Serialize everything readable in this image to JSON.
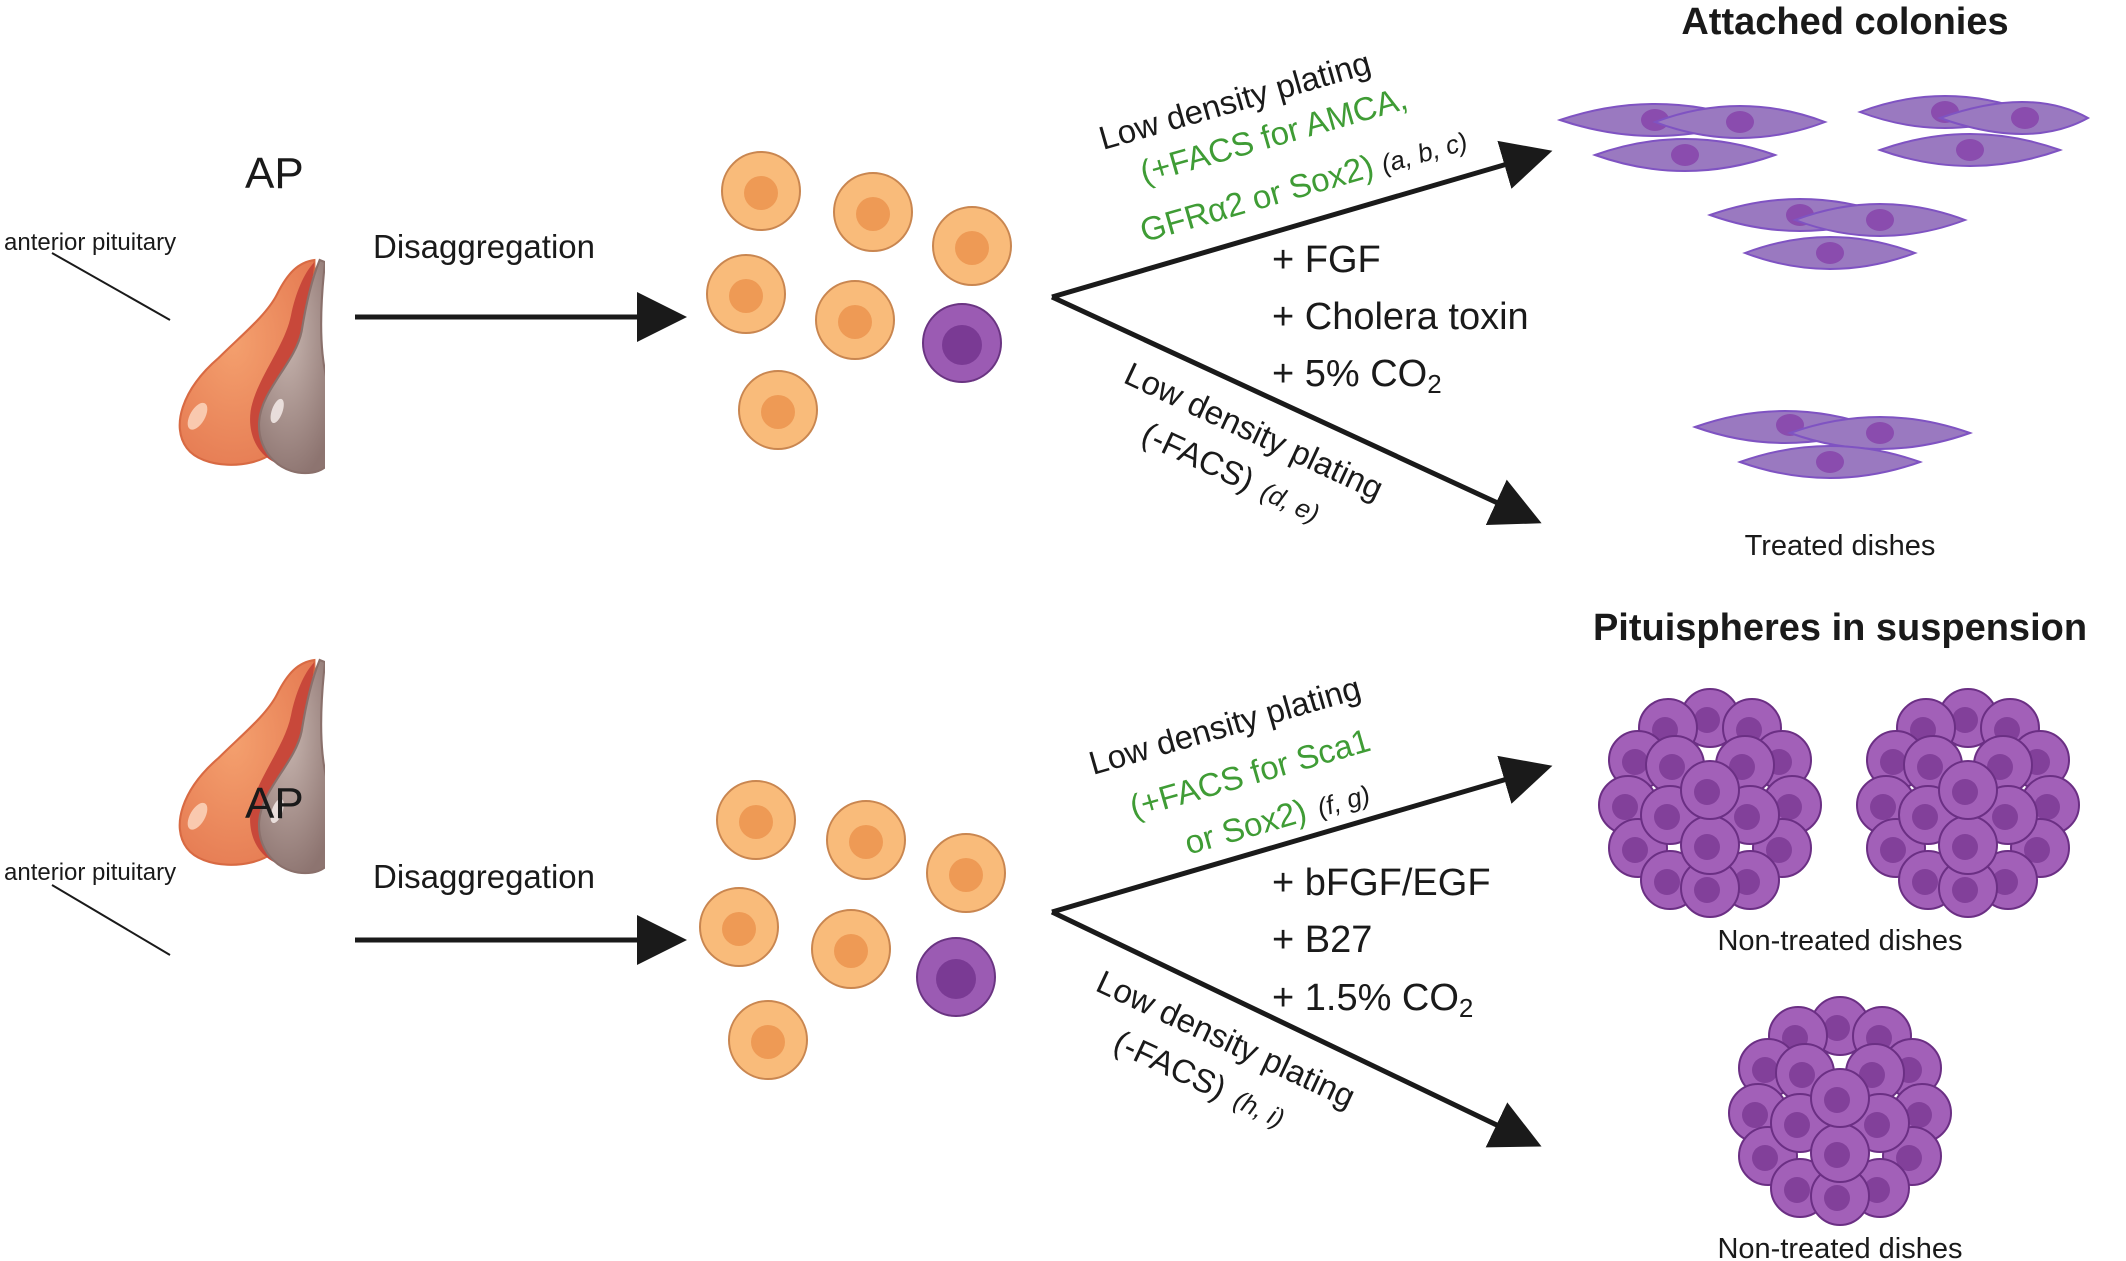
{
  "rows": [
    {
      "ap_label": "AP",
      "tissue_label": "anterior pituitary",
      "step_label": "Disaggregation",
      "upper_branch": {
        "line1": "Low density plating",
        "line2": "(+FACS for AMCA,",
        "line3": "GFRα2 or Sox2)",
        "refs": "(a, b, c)"
      },
      "lower_branch": {
        "line1": "Low density plating",
        "line2": "(-FACS)",
        "refs": "(d, e)"
      },
      "conditions": [
        "+ FGF",
        "+ Cholera toxin",
        "+ 5% CO",
        "2"
      ],
      "result_title": "Attached colonies",
      "dish_label": "Treated dishes"
    },
    {
      "ap_label": "AP",
      "tissue_label": "anterior pituitary",
      "step_label": "Disaggregation",
      "upper_branch": {
        "line1": "Low density plating",
        "line2": "(+FACS for Sca1",
        "line3": "or Sox2)",
        "refs": "(f, g)"
      },
      "lower_branch": {
        "line1": "Low density plating",
        "line2": "(-FACS)",
        "refs": "(h, i)"
      },
      "conditions": [
        "+ bFGF/EGF",
        "+ B27",
        "+ 1.5% CO",
        "2"
      ],
      "result_title": "Pituispheres in suspension",
      "dish_label_upper": "Non-treated dishes",
      "dish_label_lower": "Non-treated dishes"
    }
  ],
  "colors": {
    "progenitor_cell": "#f9bb7a",
    "progenitor_nucleus": "#ee9a55",
    "stem_cell": "#9b5bb3",
    "stem_nucleus": "#7a3a94",
    "colony_cell": "#9a79c0",
    "colony_nucleus": "#8a4cae",
    "sphere_cell": "#a260b8",
    "sphere_nucleus": "#82409a",
    "accent_green": "#3f9c35",
    "arrow": "#1a1a1a"
  }
}
